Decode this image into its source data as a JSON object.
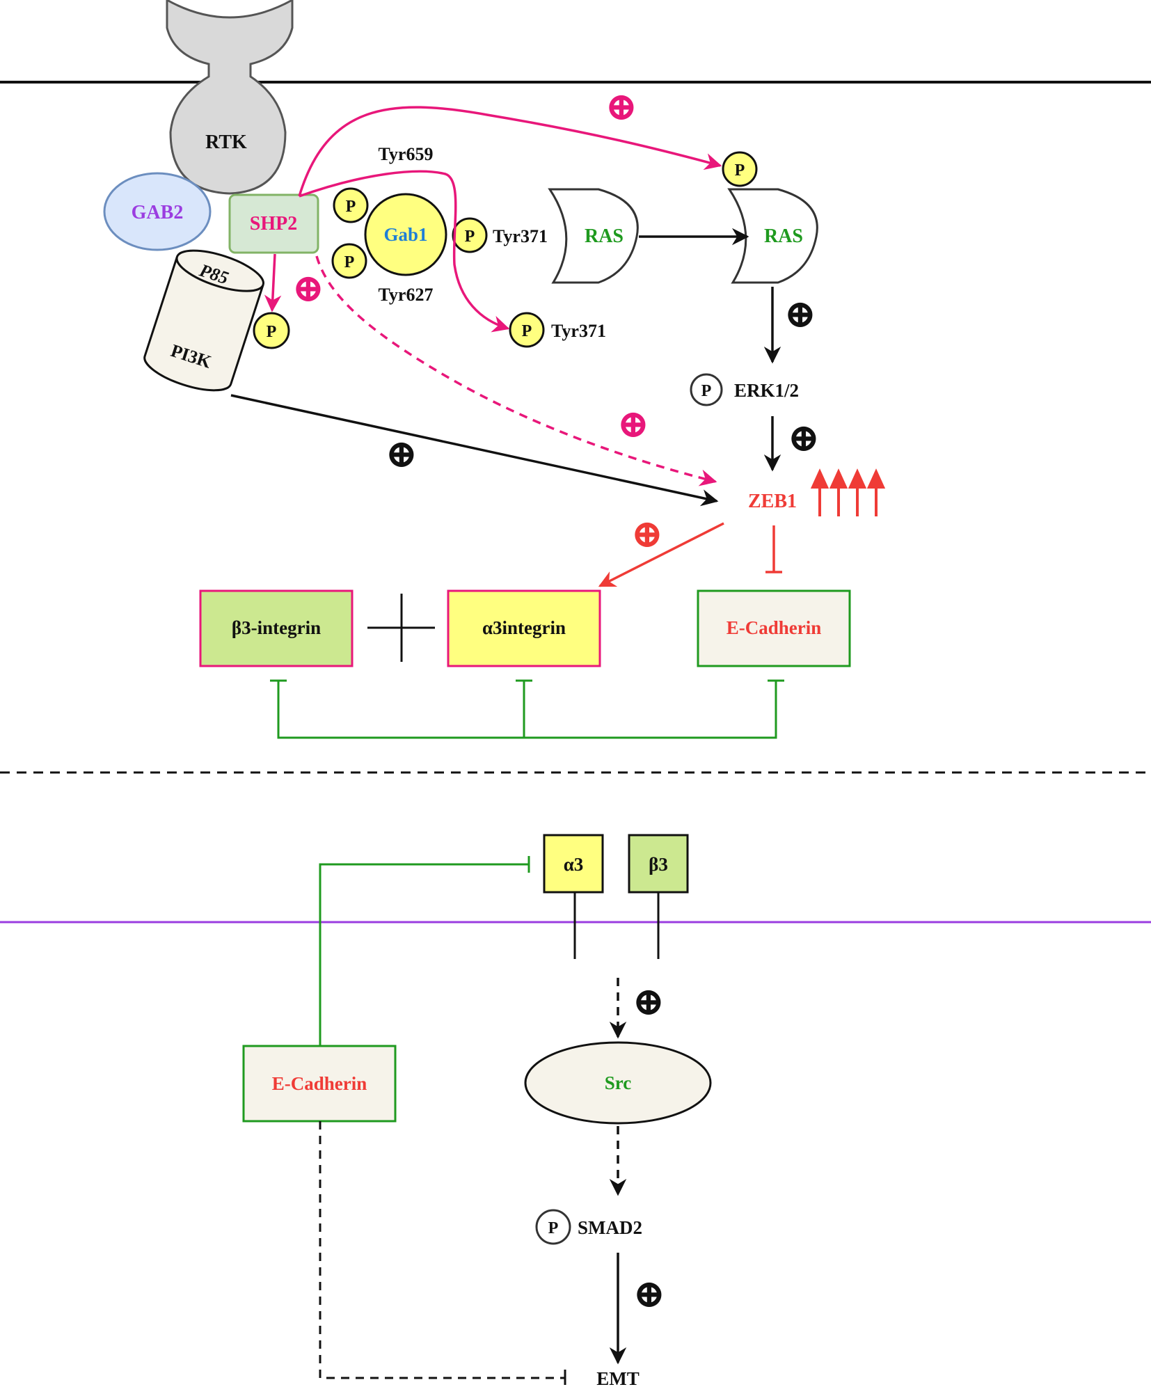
{
  "colors": {
    "black": "#111111",
    "magenta": "#e8177a",
    "red": "#ef3b36",
    "green": "#1f9a1f",
    "purple": "#9b3de0",
    "blue": "#1e7fd6",
    "yellow": "#ffff80",
    "light_green": "#cce890",
    "cream": "#f6f3ea",
    "gab2_fill": "#d9e6fb",
    "gab2_stroke": "#6c8ebf",
    "shp2_fill": "#d6e8d4",
    "shp2_stroke": "#82b366",
    "membrane_purple": "#9b3de0"
  },
  "upper": {
    "rtk": "RTK",
    "gab2": "GAB2",
    "shp2": "SHP2",
    "gab1": "Gab1",
    "p85": "P85",
    "pi3k": "PI3K",
    "phospho": "P",
    "tyr659": "Tyr659",
    "tyr371_gab1": "Tyr371",
    "tyr627": "Tyr627",
    "tyr371_target": "Tyr371",
    "ras_left": "RAS",
    "ras_right": "RAS",
    "erk": "ERK1/2",
    "zeb1": "ZEB1",
    "beta3_integrin": "β3-integrin",
    "alpha3_integrin": "α3integrin",
    "ecadherin": "E-Cadherin",
    "plus": "⊕"
  },
  "lower": {
    "alpha3": "α3",
    "beta3": "β3",
    "ecadherin": "E-Cadherin",
    "src": "Src",
    "smad2": "SMAD2",
    "phospho": "P",
    "emt": "EMT",
    "plus": "⊕"
  }
}
